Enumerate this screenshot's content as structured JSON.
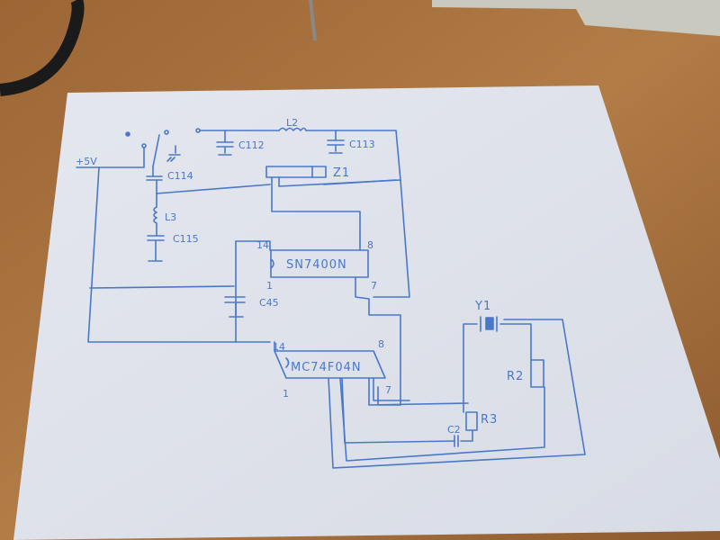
{
  "labels": {
    "supply": "+5V",
    "l2": "L2",
    "c112": "C112",
    "c113": "C113",
    "c114": "C114",
    "l3": "L3",
    "c115": "C115",
    "z1": "Z1",
    "ic1": "SN7400N",
    "ic1_pin14": "14",
    "ic1_pin8": "8",
    "ic1_pin1": "1",
    "ic1_pin7": "7",
    "c45": "C45",
    "ic2": "MC74F04N",
    "ic2_pin14": "14",
    "ic2_pin8": "8",
    "ic2_pin1": "1",
    "ic2_pin7": "7",
    "y1": "Y1",
    "r2": "R2",
    "r3": "R3",
    "c2": "C2"
  },
  "colors": {
    "ink": "#4a78c8",
    "paper": "#e9ecf1",
    "table": "#a8733f"
  }
}
